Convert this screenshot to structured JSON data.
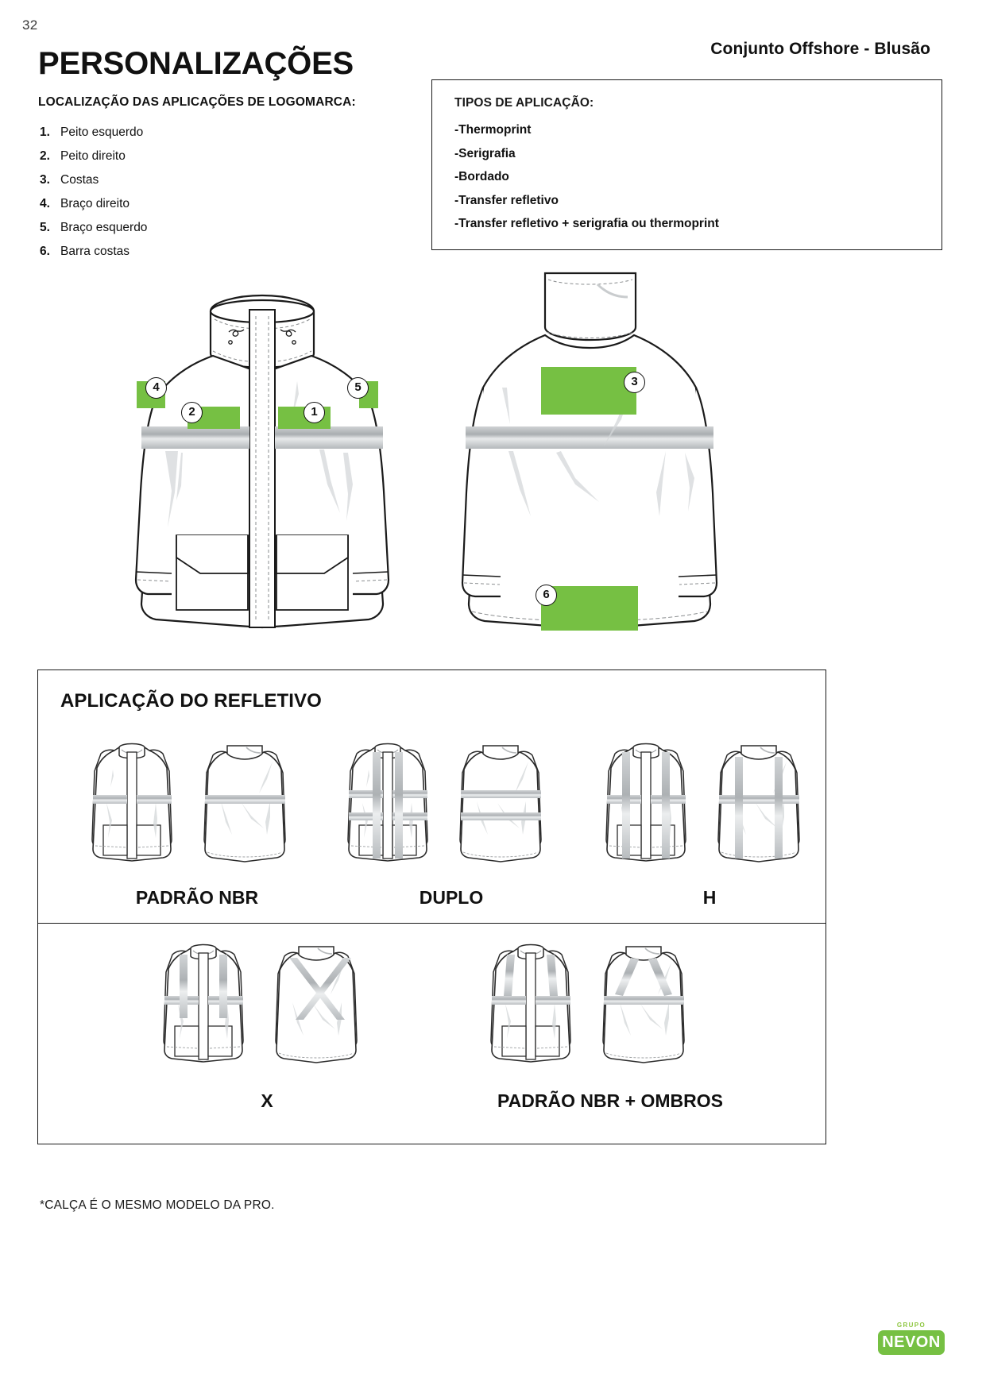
{
  "page": {
    "number": "32",
    "title": "PERSONALIZAÇÕES",
    "header_right": "Conjunto Offshore - Blusão",
    "footnote": "*CALÇA É O MESMO MODELO DA PRO."
  },
  "locations": {
    "heading": "LOCALIZAÇÃO DAS APLICAÇÕES DE LOGOMARCA:",
    "items": [
      {
        "num": "1.",
        "label": "Peito esquerdo"
      },
      {
        "num": "2.",
        "label": "Peito direito"
      },
      {
        "num": "3.",
        "label": "Costas"
      },
      {
        "num": "4.",
        "label": "Braço direito"
      },
      {
        "num": "5.",
        "label": "Braço esquerdo"
      },
      {
        "num": "6.",
        "label": "Barra costas"
      }
    ]
  },
  "application_types": {
    "title": "TIPOS DE APLICAÇÃO:",
    "items": [
      "-Thermoprint",
      "-Serigrafia",
      "-Bordado",
      "-Transfer refletivo",
      "-Transfer refletivo + serigrafia ou thermoprint"
    ]
  },
  "markers": {
    "front": [
      {
        "id": "1",
        "label": "1"
      },
      {
        "id": "2",
        "label": "2"
      },
      {
        "id": "4",
        "label": "4"
      },
      {
        "id": "5",
        "label": "5"
      }
    ],
    "back": [
      {
        "id": "3",
        "label": "3"
      },
      {
        "id": "6",
        "label": "6"
      }
    ]
  },
  "reflective": {
    "title": "APLICAÇÃO DO REFLETIVO",
    "variants": [
      {
        "label": "PADRÃO NBR"
      },
      {
        "label": "DUPLO"
      },
      {
        "label": "H"
      },
      {
        "label": "X"
      },
      {
        "label": "PADRÃO NBR + OMBROS"
      }
    ]
  },
  "brand": {
    "grupo": "GRUPO",
    "name": "NEVON"
  },
  "colors": {
    "logo_patch_green": "#76c043",
    "brand_green": "#76c043",
    "reflective_grey": "#b9bcbe",
    "outline": "#1a1a1a"
  }
}
